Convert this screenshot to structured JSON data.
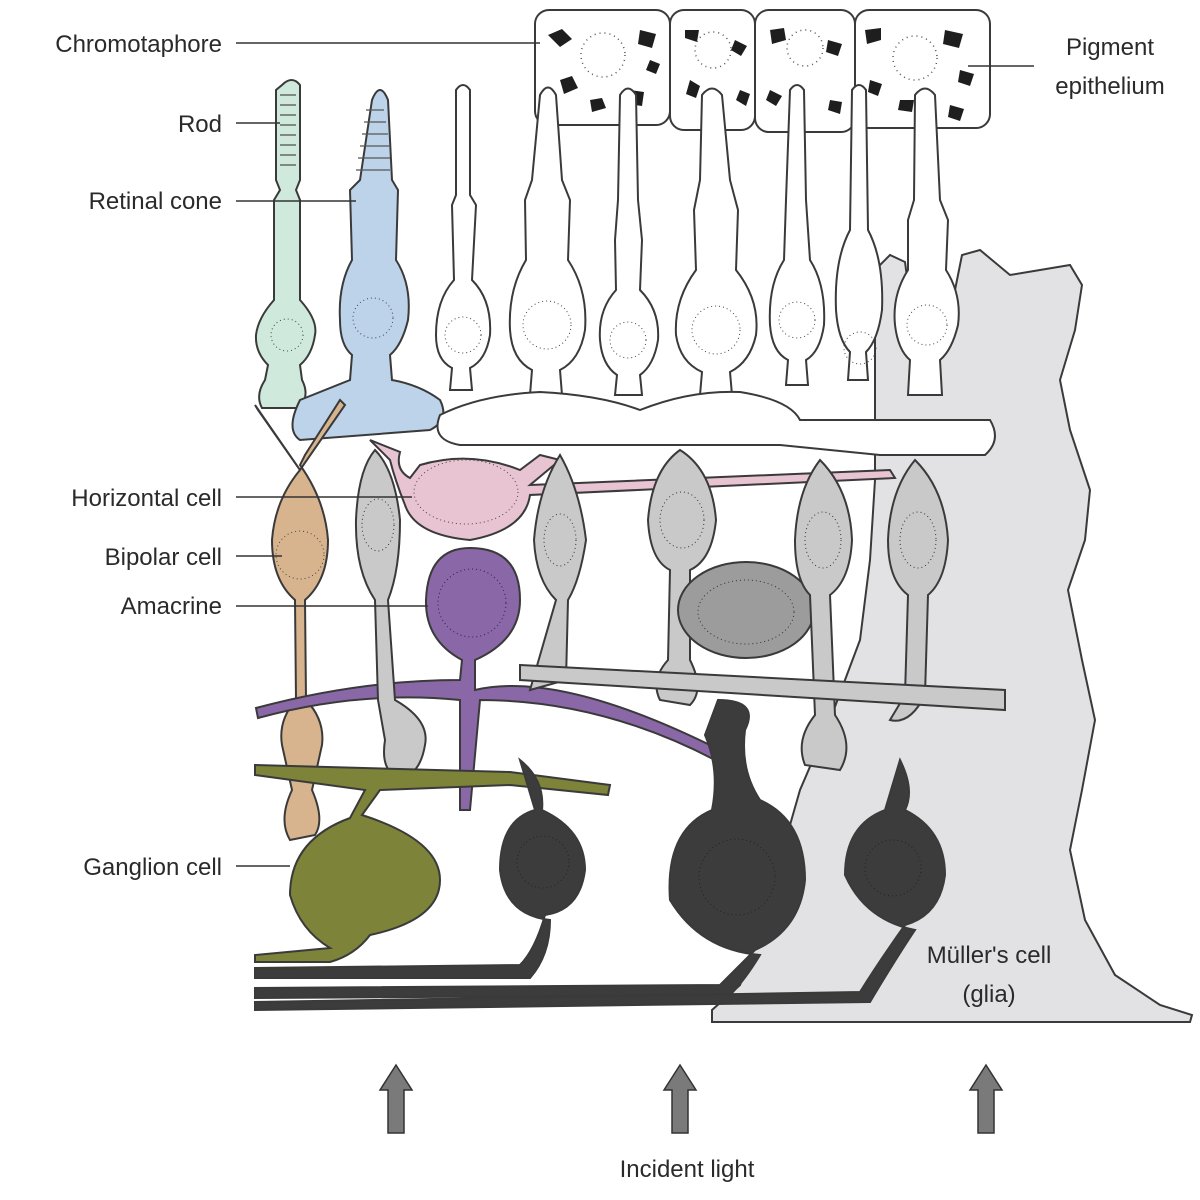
{
  "title": "Retina cell layers",
  "labels": {
    "chromatophore": "Chromotaphore",
    "rod": "Rod",
    "retinal_cone": "Retinal cone",
    "horizontal_cell": "Horizontal cell",
    "bipolar_cell": "Bipolar cell",
    "amacrine": "Amacrine",
    "ganglion_cell": "Ganglion cell",
    "pigment_line1": "Pigment",
    "pigment_line2": "epithelium",
    "muller_line1": "Müller's cell",
    "muller_line2": "(glia)",
    "incident_light": "Incident light"
  },
  "colors": {
    "rod": "#cfeadd",
    "cone": "#bcd3ea",
    "horizontal": "#e8c3d2",
    "bipolar": "#d7b48e",
    "amacrine": "#8a67a6",
    "ganglion": "#7d8339",
    "muller": "#e2e2e4",
    "gray_cell": "#c9c9c9",
    "dark_cell": "#3c3c3c",
    "arrow": "#7a7a7a"
  },
  "light_arrows": 3
}
